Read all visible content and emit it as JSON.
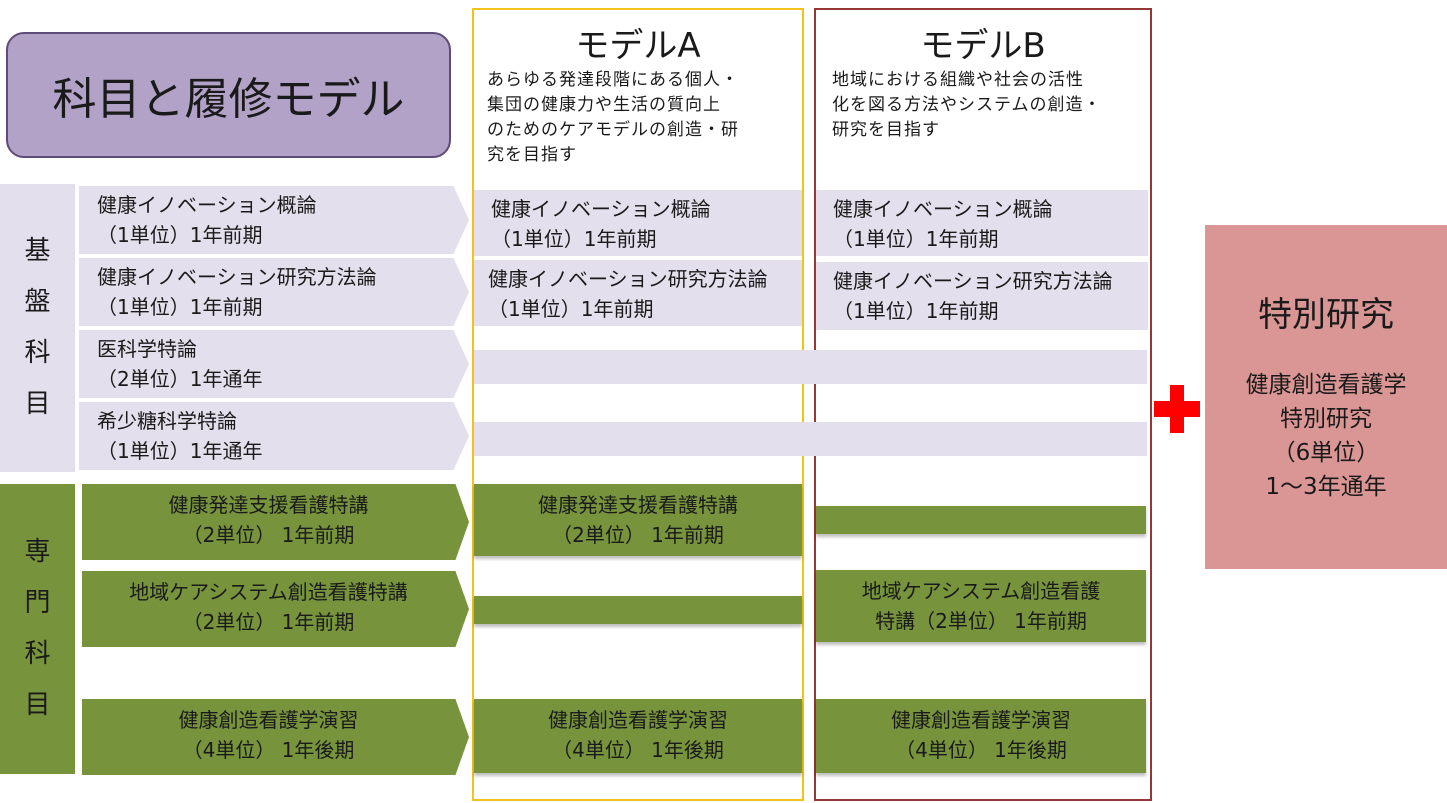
{
  "title": "科目と履修モデル",
  "categories": {
    "basic": [
      "基",
      "盤",
      "科",
      "目"
    ],
    "specialized": [
      "専",
      "門",
      "科",
      "目"
    ]
  },
  "model_a": {
    "title": "モデルA",
    "description": [
      "あらゆる発達段階にある個人・",
      "集団の健康力や生活の質向上",
      "のためのケアモデルの創造・研",
      "究を目指す"
    ]
  },
  "model_b": {
    "title": "モデルB",
    "description": [
      "地域における組織や社会の活性",
      "化を図る方法やシステムの創造・",
      "研究を目指す"
    ]
  },
  "courses": [
    {
      "name": "健康イノベーション概論",
      "credit": "（1単位）1年前期"
    },
    {
      "name": "健康イノベーション研究方法論",
      "credit": "（1単位）1年前期"
    },
    {
      "name": "医科学特論",
      "credit": "（2単位）1年通年"
    },
    {
      "name": "希少糖科学特論",
      "credit": "（1単位）1年通年"
    },
    {
      "name": "健康発達支援看護特講",
      "credit": "（2単位） 1年前期"
    },
    {
      "name": "地域ケアシステム創造看護特講",
      "credit": "（2単位） 1年前期"
    },
    {
      "name": "健康創造看護学演習",
      "credit": "（4単位） 1年後期"
    }
  ],
  "model_a_courses": [
    {
      "name": "健康イノベーション概論",
      "credit": "（1単位）1年前期"
    },
    {
      "name": "健康イノベーション研究方法論",
      "credit": "（1単位）1年前期"
    },
    {
      "name": "健康発達支援看護特講",
      "credit": "（2単位） 1年前期"
    },
    {
      "name": "健康創造看護学演習",
      "credit": "（4単位） 1年後期"
    }
  ],
  "model_b_courses": [
    {
      "name": "健康イノベーション概論",
      "credit": "（1単位）1年前期"
    },
    {
      "name": "健康イノベーション研究方法論",
      "credit": "（1単位）1年前期"
    },
    {
      "name": "地域ケアシステム創造看護",
      "credit": "特講（2単位） 1年前期"
    },
    {
      "name": "健康創造看護学演習",
      "credit": "（4単位） 1年後期"
    }
  ],
  "special": {
    "title": "特別研究",
    "lines": [
      "健康創造看護学",
      "特別研究",
      "（6単位）",
      "1～3年通年"
    ]
  },
  "colors": {
    "title_fill": "#b3a2c7",
    "basic_fill": "#e4dfec",
    "specialized_fill": "#77933c",
    "model_a_border": "#f2c31d",
    "model_b_border": "#953735",
    "special_fill": "#d99694",
    "plus": "#ff0000"
  }
}
